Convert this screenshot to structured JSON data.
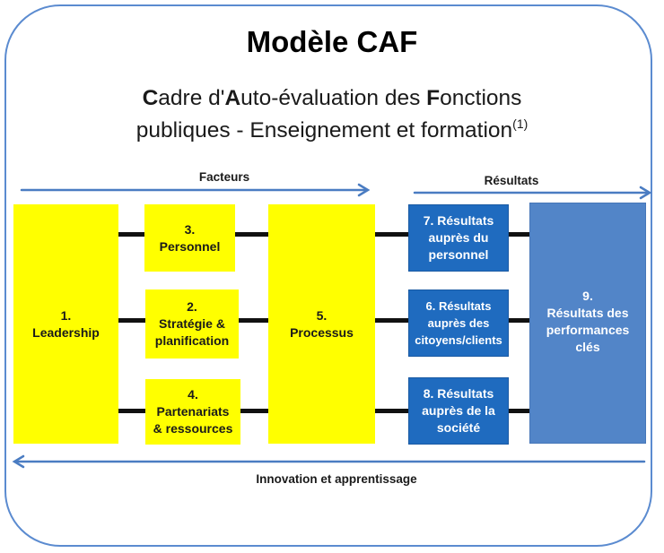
{
  "title": "Modèle CAF",
  "subtitle": {
    "line1_parts": [
      "C",
      "adre d'",
      "A",
      "uto-évaluation des ",
      "F",
      "onctions"
    ],
    "line2": "publiques - Enseignement et formation",
    "footnote": "(1)"
  },
  "labels": {
    "facteurs": "Facteurs",
    "resultats": "Résultats",
    "innovation": "Innovation et apprentissage"
  },
  "boxes": {
    "leadership": "1.\nLeadership",
    "personnel": "3.\nPersonnel",
    "strategie": "2.\nStratégie &\nplanification",
    "partenariats": "4.\nPartenariats\n& ressources",
    "processus": "5.\nProcessus",
    "res_personnel": "7. Résultats\nauprès du\npersonnel",
    "res_citoyens": "6. Résultats\nauprès des\ncitoyens/clients",
    "res_societe": "8. Résultats\nauprès de la\nsociété",
    "res_cles": "9.\nRésultats des\nperformances\nclés"
  },
  "colors": {
    "frame": "#5b8bd0",
    "factor_fill": "#ffff00",
    "result_fill": "#1f6bbf",
    "key_result_fill": "#5285c8",
    "arrow": "#4a7cc2"
  }
}
